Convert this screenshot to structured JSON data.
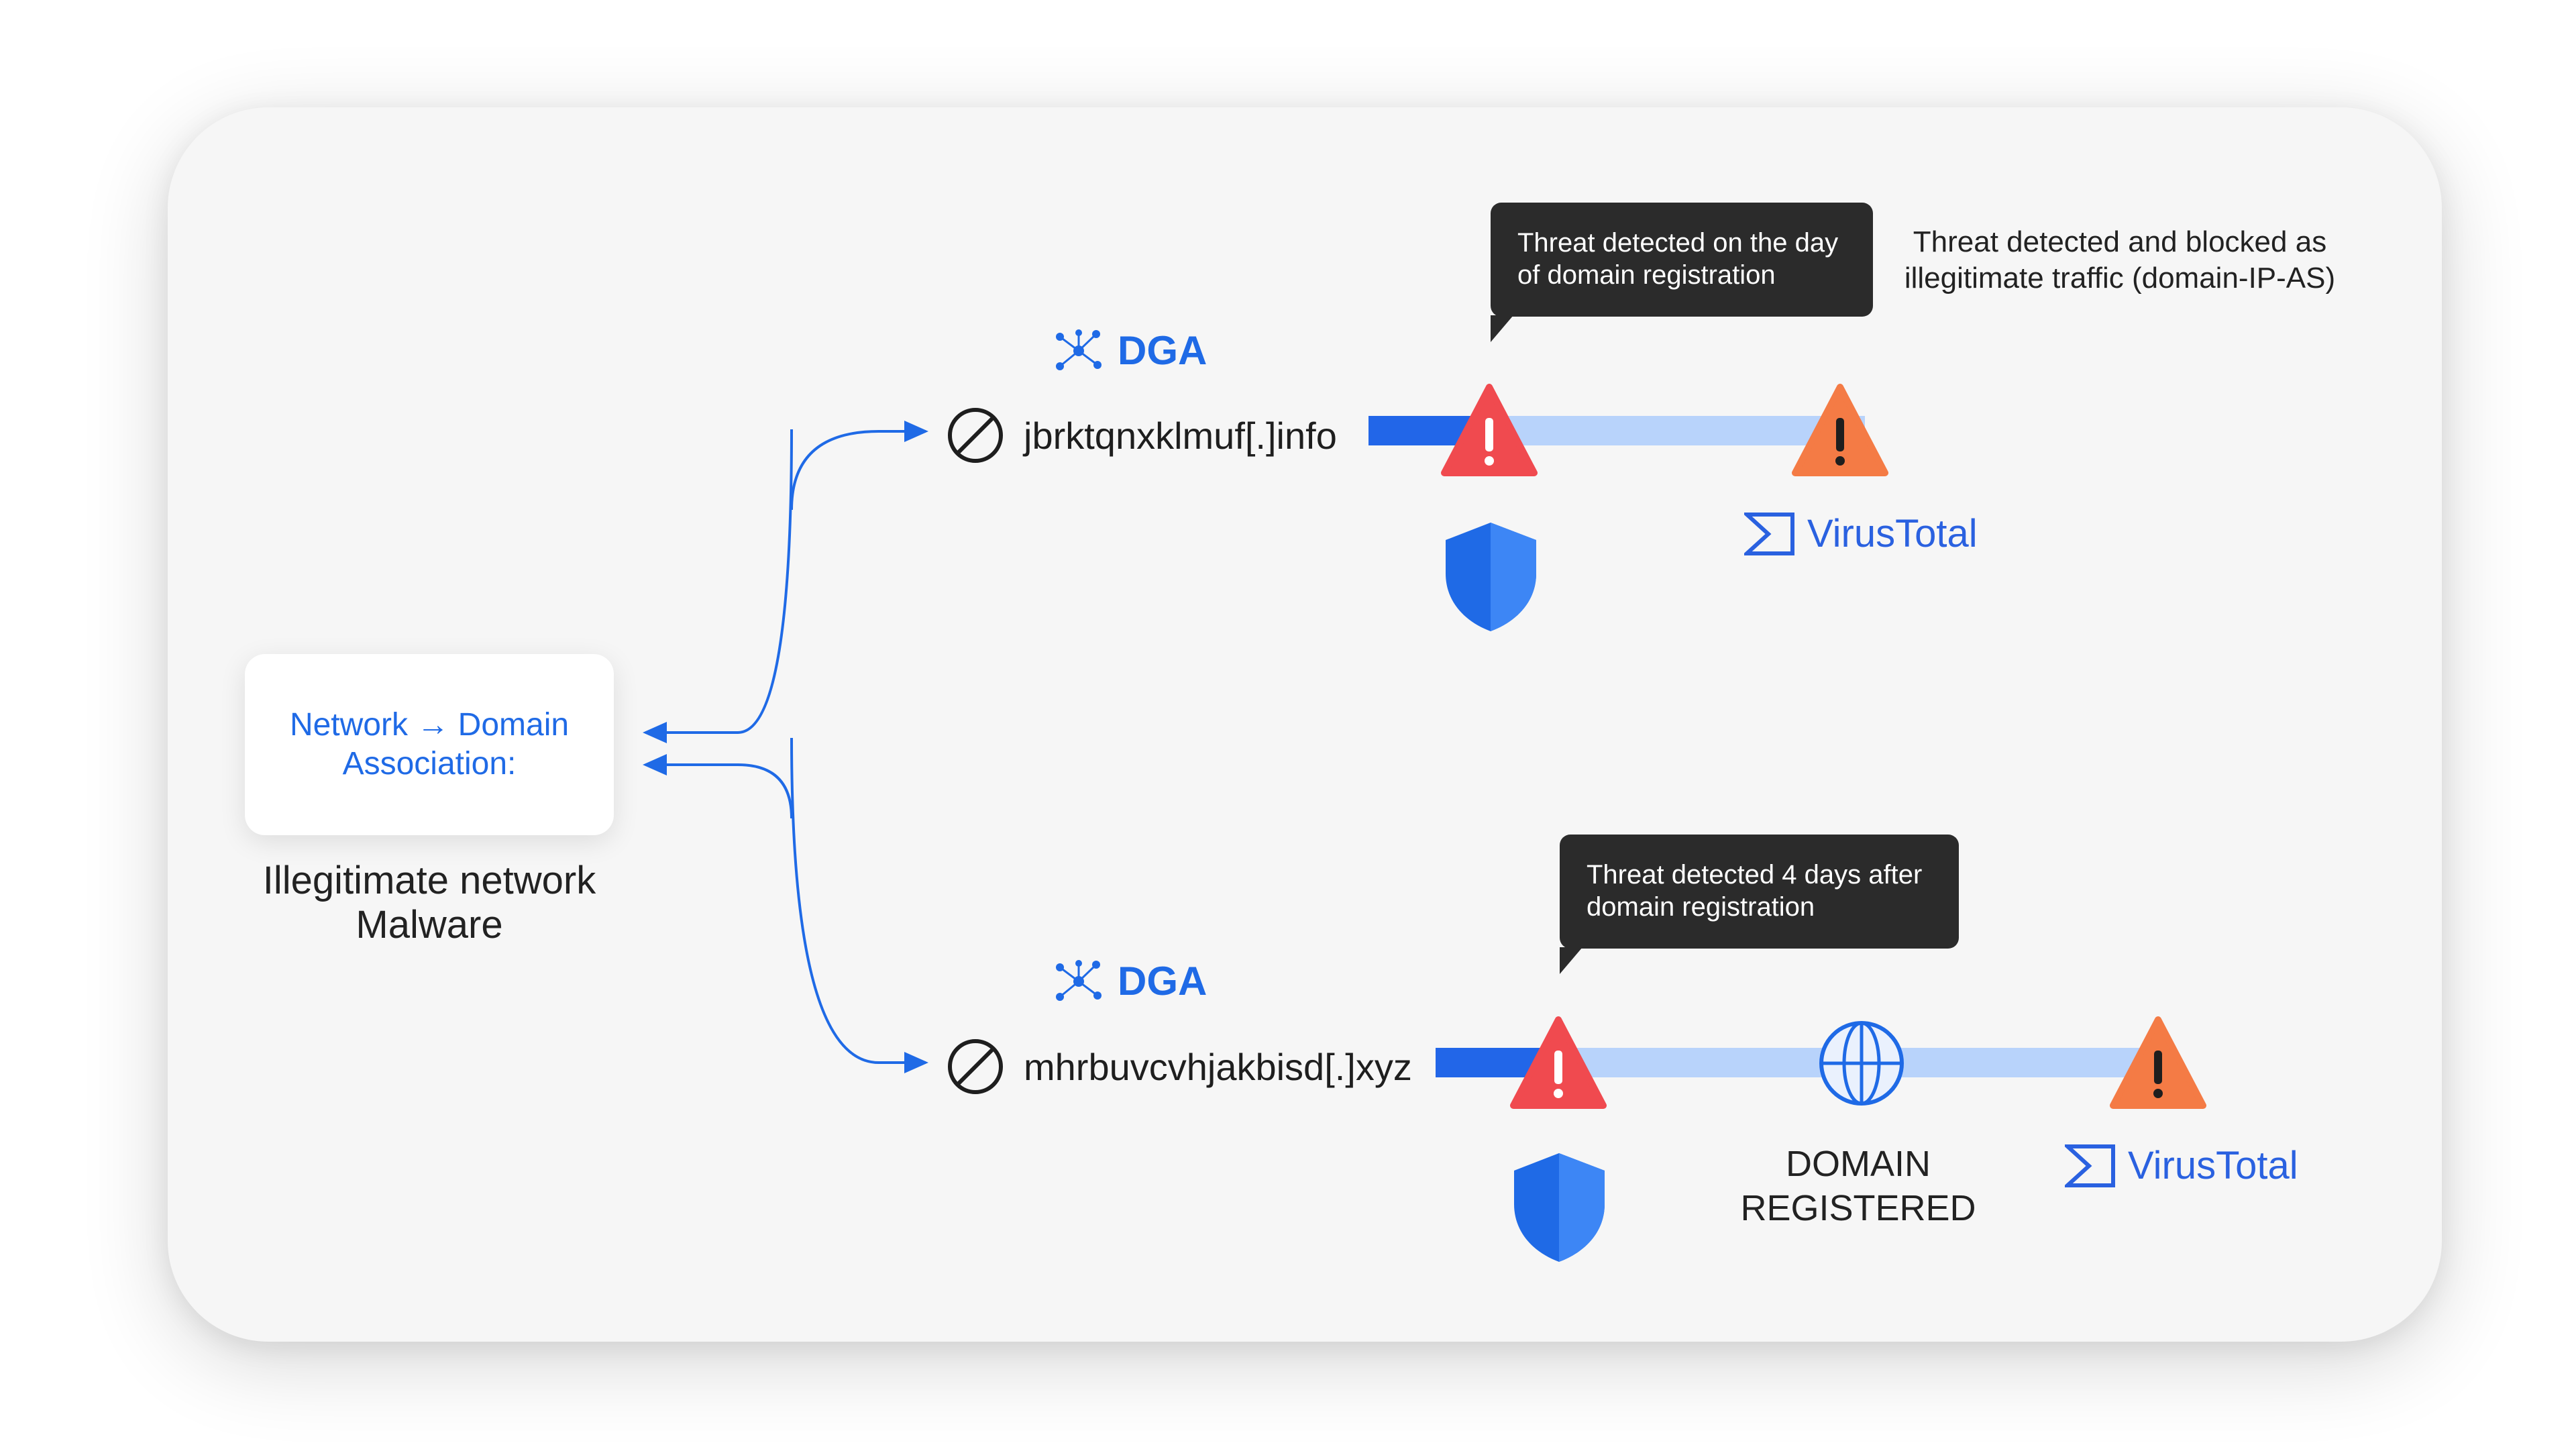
{
  "source": {
    "box_line1": "Network → Domain",
    "box_line2": "Association:",
    "caption_line1": "Illegitimate network",
    "caption_line2": "Malware"
  },
  "rows": [
    {
      "dga_label": "DGA",
      "domain": "jbrktqnxklmuf[.]info",
      "bubble_line1": "Threat detected on the day",
      "bubble_line2": "of domain registration",
      "note_line1": "Threat detected and blocked as",
      "note_line2": "illegitimate traffic (domain-IP-AS)",
      "vt_label": "VirusTotal"
    },
    {
      "dga_label": "DGA",
      "domain": "mhrbuvcvhjakbisd[.]xyz",
      "bubble_line1": "Threat detected 4 days after",
      "bubble_line2": "domain registration",
      "registered_line1": "DOMAIN",
      "registered_line2": "REGISTERED",
      "vt_label": "VirusTotal"
    }
  ],
  "colors": {
    "accent_blue": "#1f6ae6",
    "bar_dark": "#2266e8",
    "bar_light": "#b8d3fb",
    "alert_red": "#f04a4f",
    "alert_orange": "#f47b45",
    "bubble_bg": "#2b2b2b",
    "card_bg": "#f6f6f6"
  },
  "icons": [
    "network-nodes-icon",
    "block-icon",
    "alert-triangle-icon",
    "shield-icon",
    "globe-icon",
    "virustotal-logo-icon",
    "arrow-icon"
  ]
}
